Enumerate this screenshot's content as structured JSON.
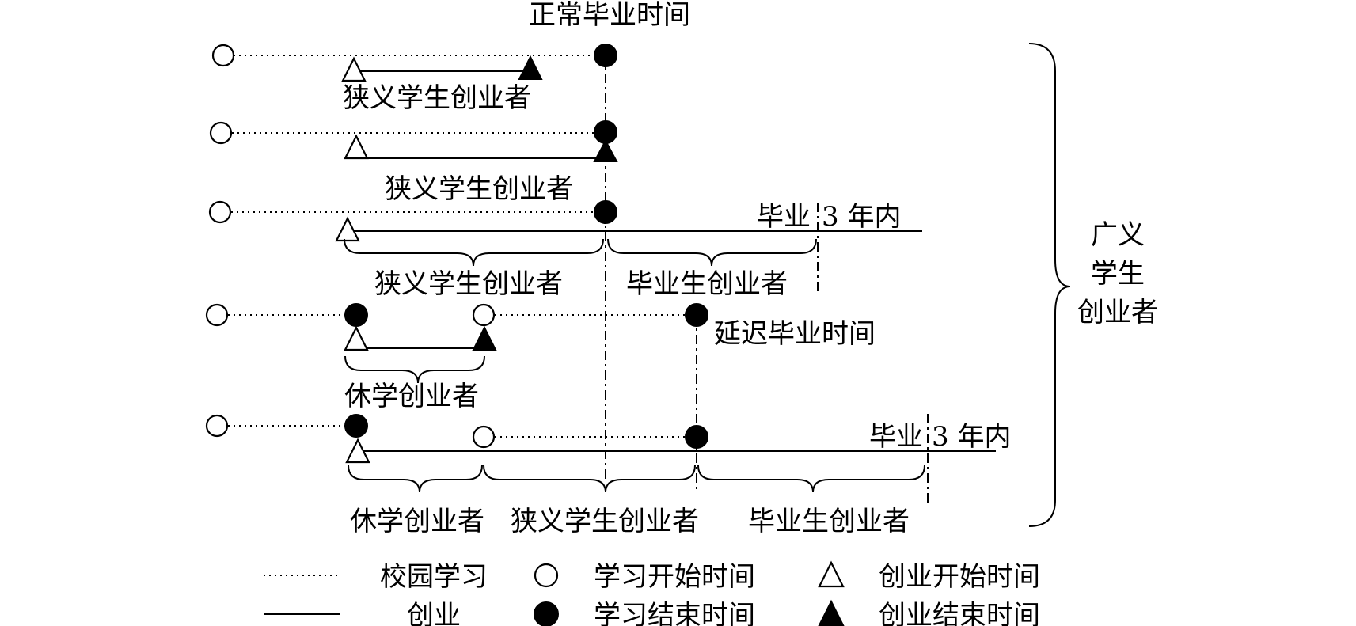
{
  "labels": {
    "normal_graduation_time": "正常毕业时间",
    "narrow_entrepreneur": "狭义学生创业者",
    "graduation": "毕业",
    "within_3_years": "3 年内",
    "graduate_entrepreneur": "毕业生创业者",
    "delayed_graduation_time": "延迟毕业时间",
    "suspension_entrepreneur": "休学创业者",
    "broad_line1": "广义",
    "broad_line2": "学生",
    "broad_line3": "创业者"
  },
  "legend": {
    "campus_study": "校园学习",
    "entrepreneurship": "创业",
    "study_start": "学习开始时间",
    "study_end": "学习结束时间",
    "venture_start": "创业开始时间",
    "venture_end": "创业结束时间"
  }
}
